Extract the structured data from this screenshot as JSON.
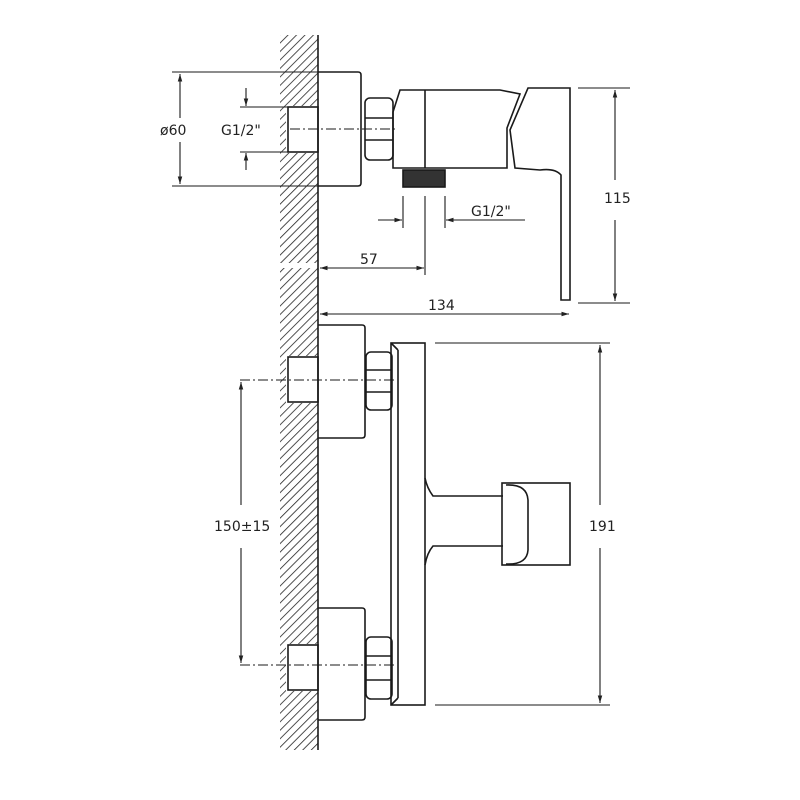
{
  "title": "Shower mixer dimensional drawing",
  "side_view": {
    "flange_diameter": "ø60",
    "inlet_thread": "G1/2\"",
    "outlet_thread": "G1/2\"",
    "outlet_offset": "57",
    "total_depth": "134",
    "handle_height": "115"
  },
  "front_view": {
    "inlet_spacing": "150±15",
    "body_height": "191"
  },
  "colors": {
    "line": "#1a1a1a",
    "background": "#ffffff"
  }
}
